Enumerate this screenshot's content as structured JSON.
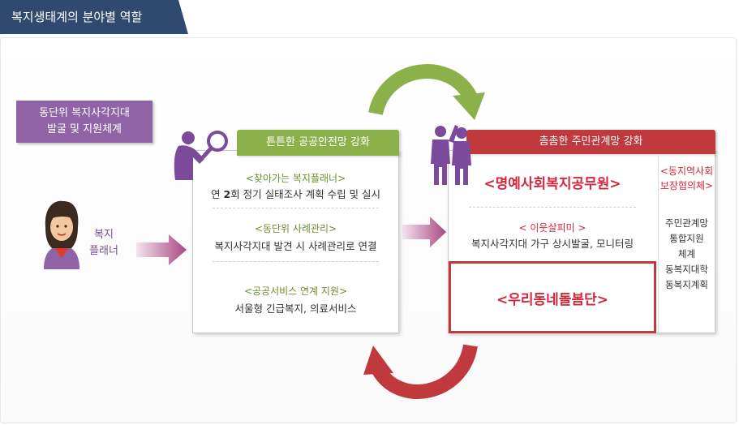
{
  "header": {
    "title": "복지생태계의 분야별 역할"
  },
  "left": {
    "system_line1": "동단위 복지사각지대",
    "system_line2": "발굴 및 지원체계",
    "planner_line1": "복지",
    "planner_line2": "플래너"
  },
  "green": {
    "title": "튼튼한 공공안전망 강화",
    "items": [
      {
        "title": "<찾아가는 복지플래너>",
        "body_pre": "연 ",
        "body_num": "2",
        "body_post": "회 정기 실태조사 계획 수립 및 실시"
      },
      {
        "title": "<동단위 사례관리>",
        "body": "복지사각지대 발견 시 사례관리로 연결"
      },
      {
        "title": "<공공서비스 연계 지원>",
        "body": "서울형 긴급복지, 의료서비스"
      }
    ]
  },
  "red": {
    "title": "촘촘한 주민관계망 강화",
    "honorary": "<명예사회복지공무원>",
    "neighbor_title": "< 이웃살피미 >",
    "neighbor_body": "복지사각지대 가구 상시발굴, 모니터링",
    "village": "<우리동네돌봄단>",
    "side_title_1": "<동지역사회",
    "side_title_2": "보장협의체>",
    "side_items": [
      "주민관계망",
      "통합지원",
      "체계",
      "동복지대학",
      "동복지계획"
    ]
  },
  "colors": {
    "navy": "#2f4a6e",
    "purple": "#8f63a6",
    "green": "#8cb04a",
    "red": "#c0393d"
  }
}
